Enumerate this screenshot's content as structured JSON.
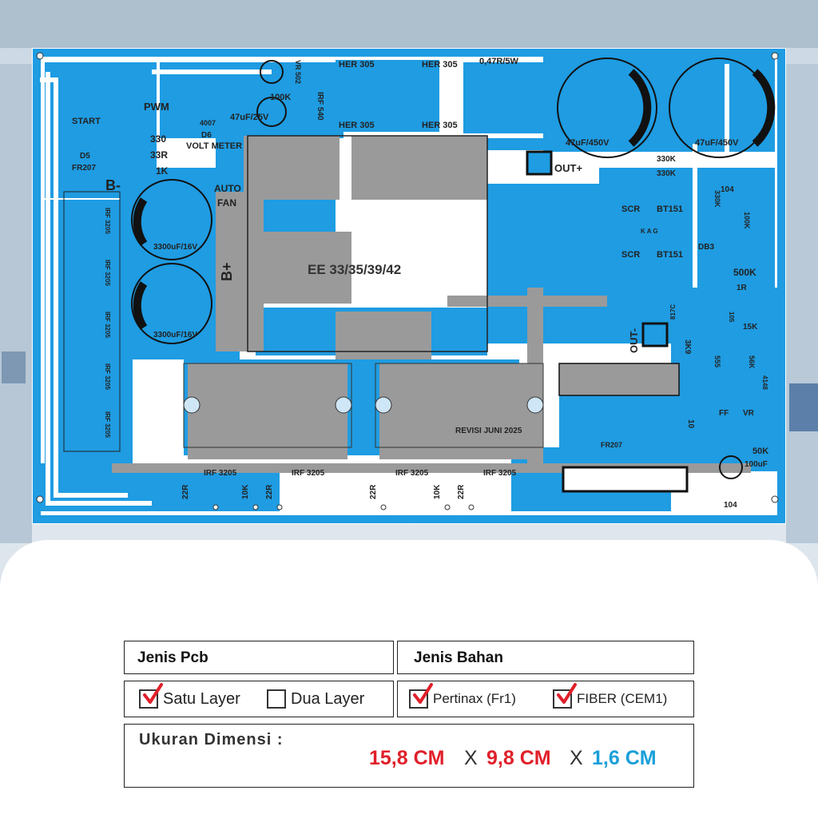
{
  "pcb": {
    "labels": {
      "pwm": "PWM",
      "start": "START",
      "vr502": "VR 502",
      "k100": "100K",
      "cap47_25": "47uF/25V",
      "irf540": "IRF 540",
      "her305_tl": "HER 305",
      "her305_tr": "HER 305",
      "her305_bl": "HER 305",
      "her305_br": "HER 305",
      "r047": "0,47R/5W",
      "cap450_l": "47uF/450V",
      "cap450_r": "47uF/450V",
      "d4007": "4007",
      "d6": "D6",
      "voltmeter": "VOLT METER",
      "r330": "330",
      "r33": "33R",
      "r1k": "1K",
      "d5": "D5",
      "fr207_l": "FR207",
      "bminus": "B-",
      "bplus": "B+",
      "autofan": "AUTO",
      "autofan2": "FAN",
      "cap3300_a": "3300uF/16V",
      "cap3300_b": "3300uF/16V",
      "irf3205_side1": "IRF 3205",
      "irf3205_side2": "IRF 3205",
      "irf3205_side3": "IRF 3205",
      "irf3205_side4": "IRF 3205",
      "irf3205_side5": "IRF 3205",
      "transformer": "EE 33/35/39/42",
      "outplus": "OUT+",
      "outminus": "OUT-",
      "r330k_1": "330K",
      "r330k_2": "330K",
      "c104_top": "104",
      "r330k_v": "330K",
      "r100k_v": "100K",
      "scr1": "SCR",
      "bt151_1": "BT151",
      "kag": "K  A  G",
      "scr2": "SCR",
      "bt151_2": "BT151",
      "db3": "DB3",
      "vr500k": "500K",
      "r1r": "1R",
      "c817": "817C",
      "c105": "105",
      "r15k": "15K",
      "r3k9": "3K9",
      "ic555": "555",
      "r56k": "56K",
      "d4148": "4148",
      "r10": "10",
      "ff": "FF",
      "vr": "VR",
      "r50k": "50K",
      "cap100": "100uF",
      "c104_bot": "104",
      "fr207_b": "FR207",
      "revisi": "REVISI JUNI 2025",
      "irf3205_b1": "IRF 3205",
      "irf3205_b2": "IRF 3205",
      "irf3205_b3": "IRF 3205",
      "irf3205_b4": "IRF 3205",
      "r22_1": "22R",
      "r10k_1": "10K",
      "r22_2": "22R",
      "r22_3": "22R",
      "r10k_2": "10K",
      "r22_4": "22R"
    }
  },
  "specs": {
    "jenis_pcb": {
      "heading": "Jenis Pcb",
      "options": [
        {
          "label": "Satu Layer",
          "checked": true
        },
        {
          "label": "Dua Layer",
          "checked": false
        }
      ]
    },
    "jenis_bahan": {
      "heading": "Jenis Bahan",
      "options": [
        {
          "label": "Pertinax (Fr1)",
          "checked": true
        },
        {
          "label": "FIBER (CEM1)",
          "checked": true
        }
      ]
    },
    "ukuran": {
      "heading": "Ukuran Dimensi :",
      "length": "15,8 CM",
      "x1": "X",
      "width": "9,8 CM",
      "x2": "X",
      "thickness": "1,6 CM"
    }
  },
  "colors": {
    "copper": "#1f9ce2",
    "silk": "#999999",
    "board": "#ffffff",
    "check": "#e0202a",
    "dim_red": "#e0202a",
    "dim_blue": "#1a9fd9"
  }
}
